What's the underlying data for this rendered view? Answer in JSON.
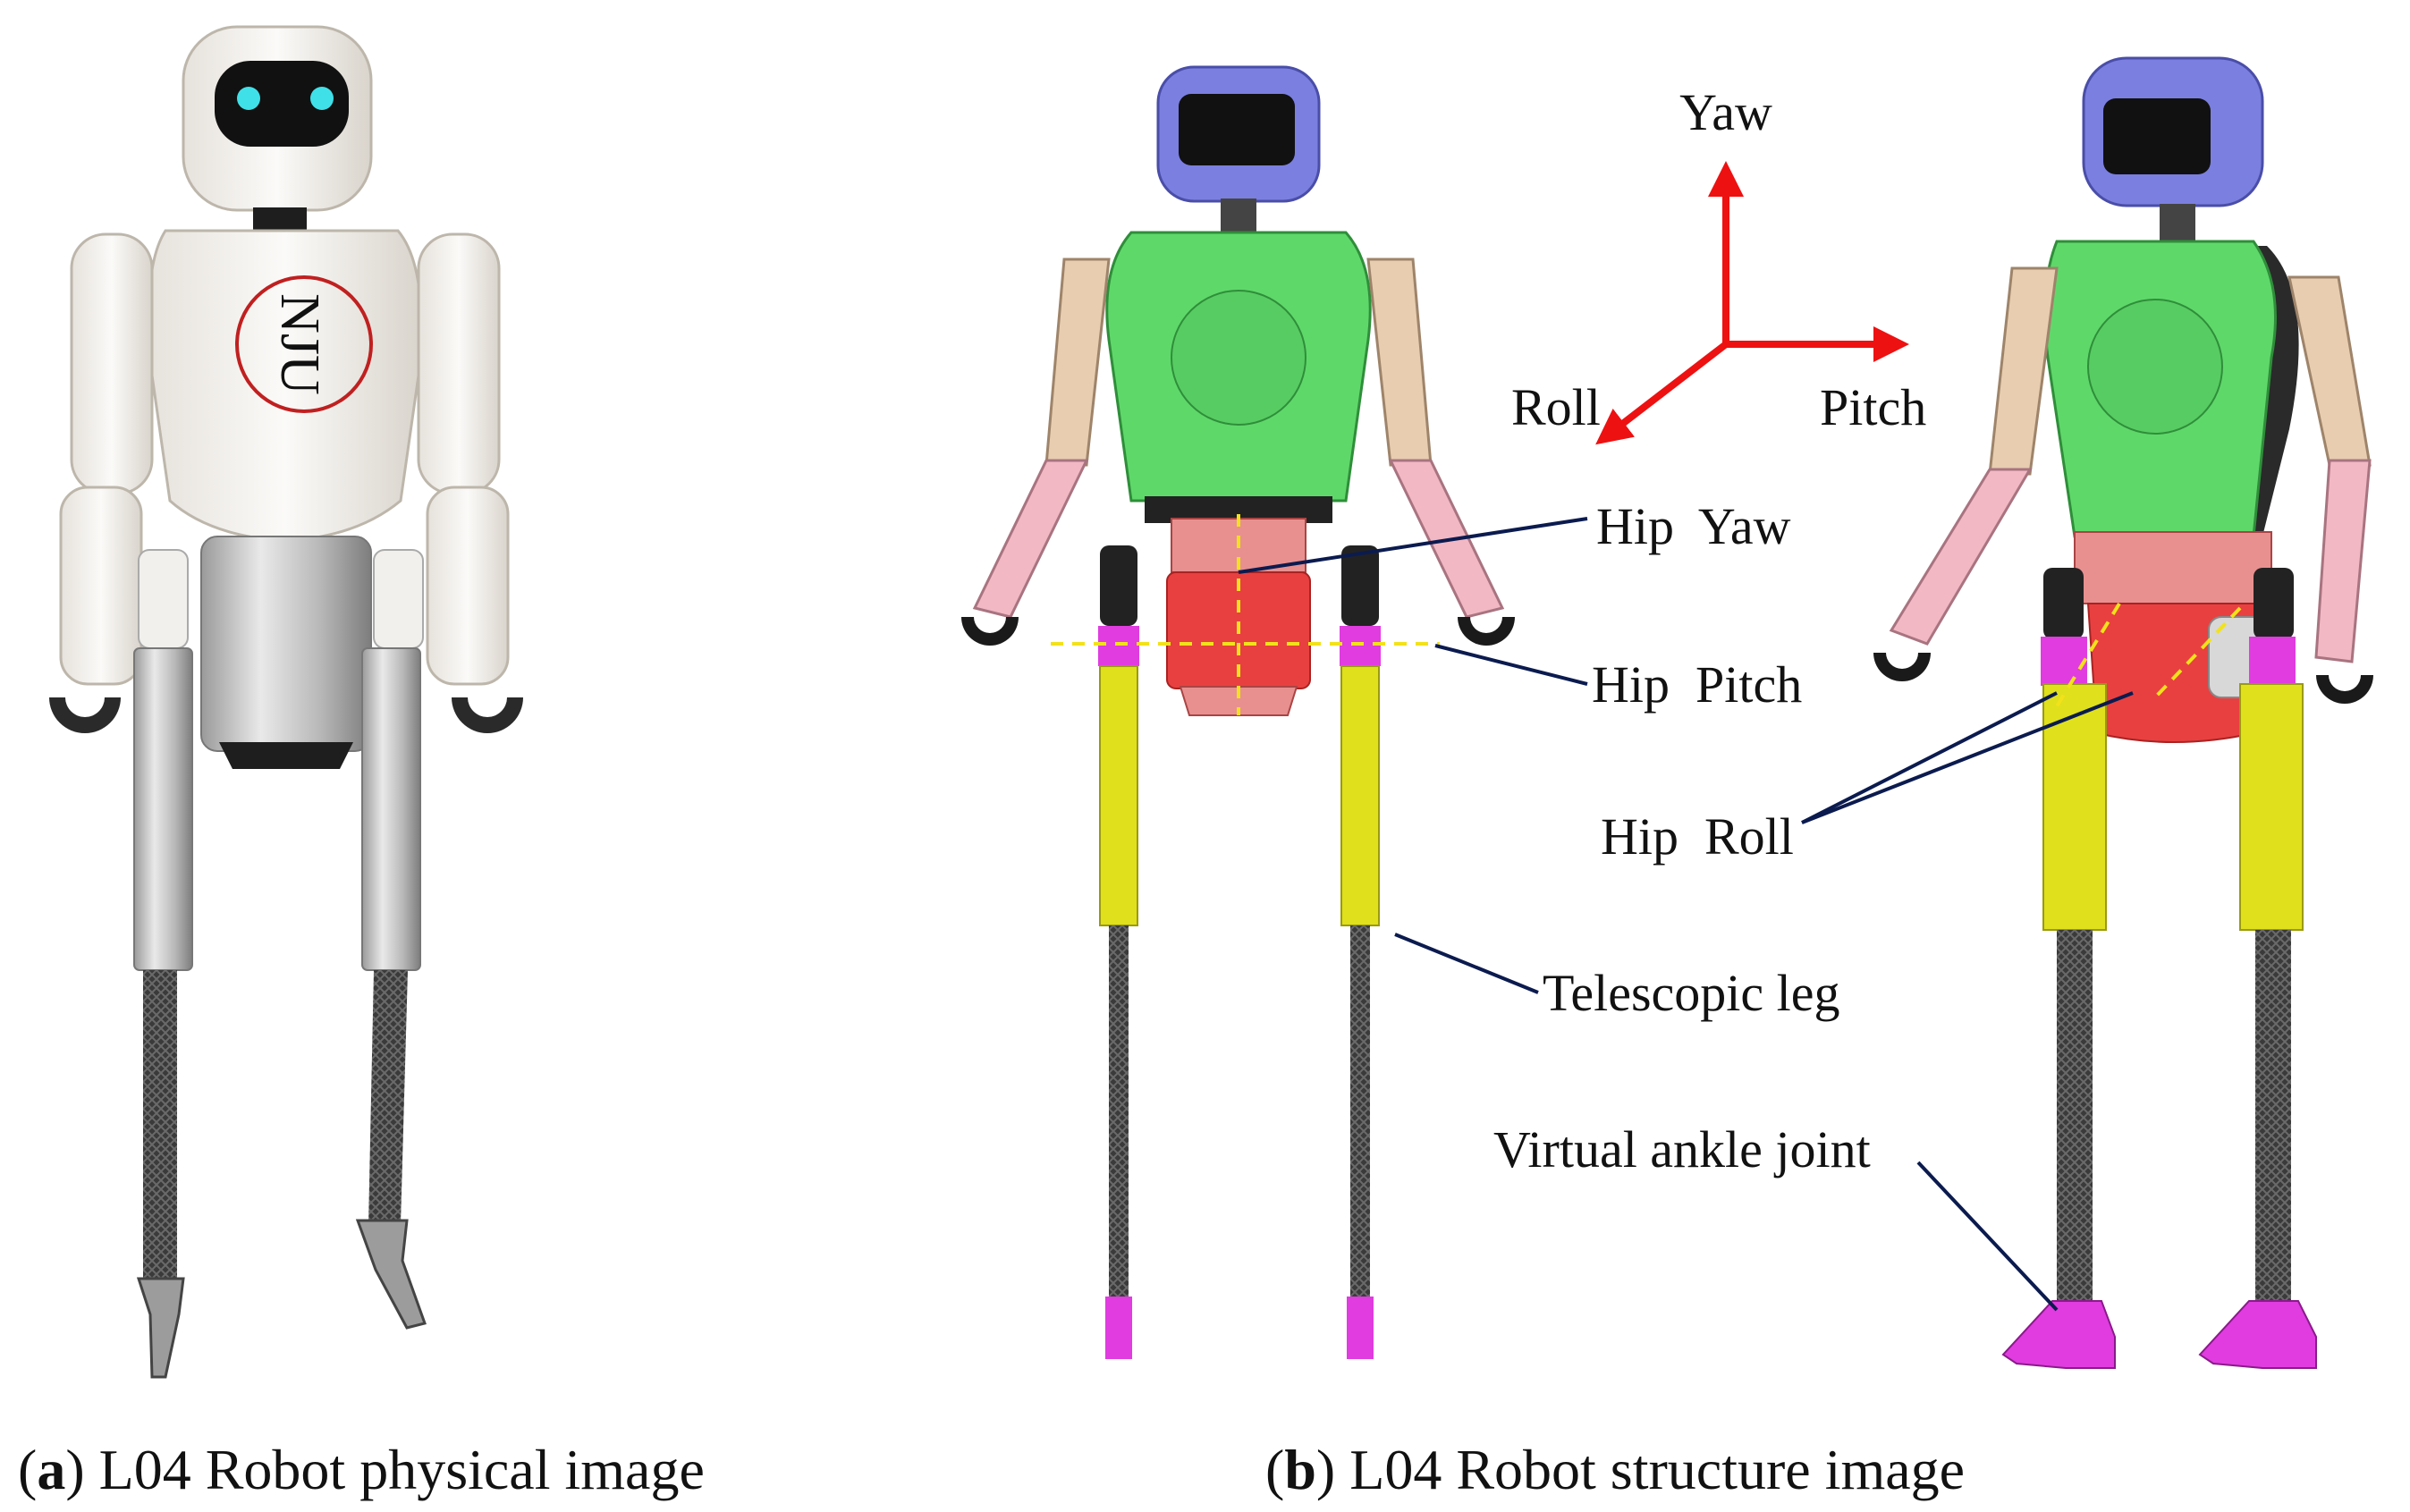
{
  "captions": {
    "a": {
      "letter": "a",
      "text": " L04 Robot physical image"
    },
    "b": {
      "letter": "b",
      "text": " L04 Robot structure image"
    }
  },
  "axes": {
    "yaw": "Yaw",
    "roll": "Roll",
    "pitch": "Pitch"
  },
  "annotations": {
    "hip_yaw": "Hip  Yaw",
    "hip_pitch": "Hip  Pitch",
    "hip_roll": "Hip  Roll",
    "telescopic_leg": "Telescopic leg",
    "virtual_ankle": "Virtual ankle joint"
  },
  "robot_logo": "NJU",
  "colors": {
    "head": "#7B7FE0",
    "torso": "#5FD86A",
    "upper_arm": "#E8CDB0",
    "forearm": "#F2B8C4",
    "hip": "#E84040",
    "hip_top": "#E89090",
    "leg": "#E0E01C",
    "joint": "#E03CE0",
    "axis_arrow": "#EE1111",
    "leader_line": "#0B1B4F",
    "guide_dash": "#F2E21A"
  }
}
